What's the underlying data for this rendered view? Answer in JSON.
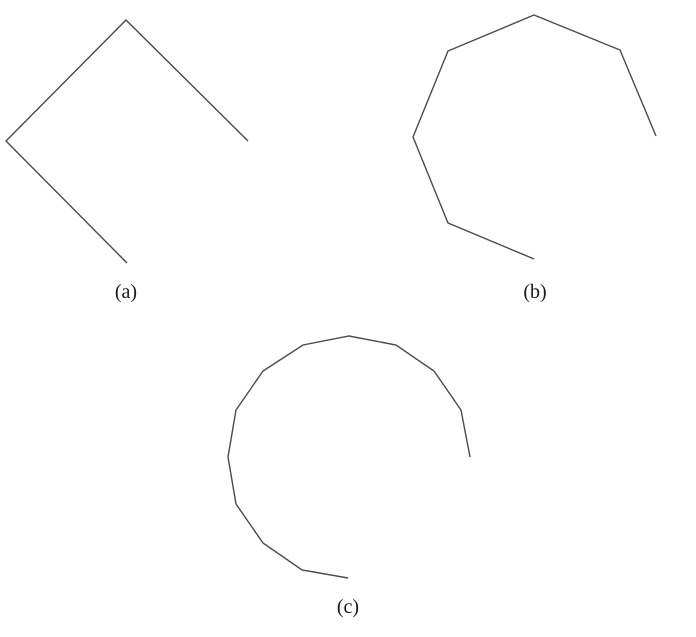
{
  "panels": [
    {
      "id": "a",
      "label": "(a)",
      "stroke_color": "#4a4a4a"
    },
    {
      "id": "b",
      "label": "(b)",
      "stroke_color": "#4a4a4a"
    },
    {
      "id": "c",
      "label": "(c)",
      "stroke_color": "#4a4a4a"
    }
  ]
}
